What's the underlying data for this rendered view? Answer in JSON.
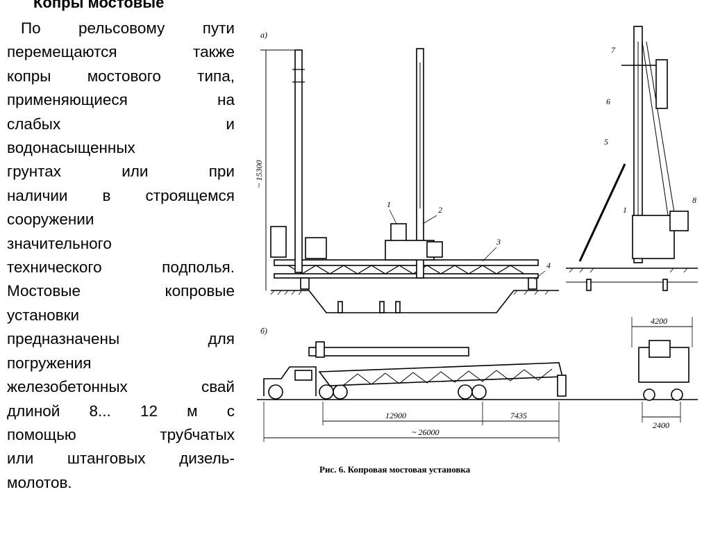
{
  "title": "Копры мостовые",
  "paragraph_lines": [
    [
      "По",
      "рельсовому",
      "пути"
    ],
    [
      "перемещаются",
      "также"
    ],
    [
      "копры",
      "мостового",
      "типа,"
    ],
    [
      "применяющиеся",
      "на"
    ],
    [
      "слабых",
      "и"
    ],
    [
      "водонасыщенных"
    ],
    [
      "грунтах",
      "или",
      "при"
    ],
    [
      "наличии",
      "в",
      "строящемся"
    ],
    [
      "сооружении"
    ],
    [
      "значительного"
    ],
    [
      "технического",
      "подполья."
    ],
    [
      "Мостовые",
      "копровые"
    ],
    [
      "установки"
    ],
    [
      "предназначены",
      "для"
    ],
    [
      "погружения"
    ],
    [
      "железобетонных",
      "свай"
    ],
    [
      "длиной",
      "8...",
      "12",
      "м",
      "с"
    ],
    [
      "помощью",
      "трубчатых"
    ],
    [
      "или",
      "штанговых",
      "дизель-"
    ],
    [
      "молотов."
    ]
  ],
  "figure": {
    "label_a": "а)",
    "label_b": "б)",
    "height_dim": "~ 15300",
    "callouts": [
      "1",
      "2",
      "3",
      "4",
      "5",
      "6",
      "7",
      "8"
    ],
    "dim_12900": "12900",
    "dim_7435": "7435",
    "dim_26000": "~ 26000",
    "dim_4200": "4200",
    "dim_2400": "2400"
  },
  "caption": "Рис. 6. Копровая мостовая установка"
}
